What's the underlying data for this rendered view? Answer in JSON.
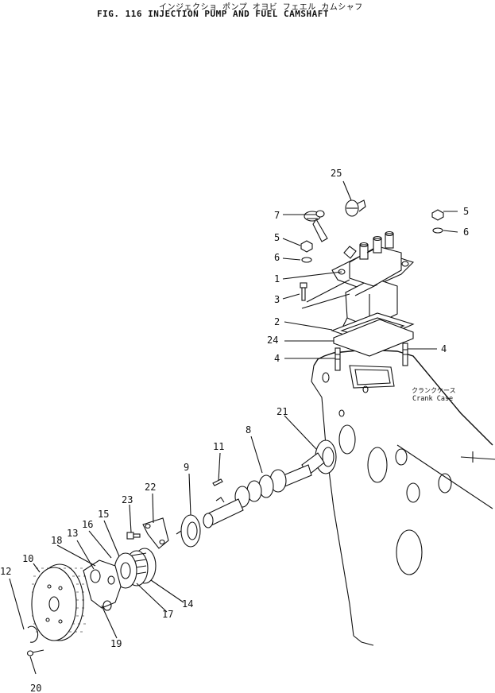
{
  "header": {
    "title_jp": "インジェクショ ポンプ オヨビ フェエル カムシャフ",
    "title_en": "FIG. 116  INJECTION PUMP AND FUEL CAMSHAFT"
  },
  "crankcase": {
    "label_jp": "クランクケース",
    "label_en": "Crank Case"
  },
  "callouts": [
    "1",
    "2",
    "3",
    "4",
    "4",
    "5",
    "5",
    "6",
    "6",
    "7",
    "8",
    "9",
    "10",
    "11",
    "12",
    "13",
    "14",
    "15",
    "16",
    "17",
    "18",
    "19",
    "20",
    "21",
    "22",
    "23",
    "24",
    "25"
  ]
}
